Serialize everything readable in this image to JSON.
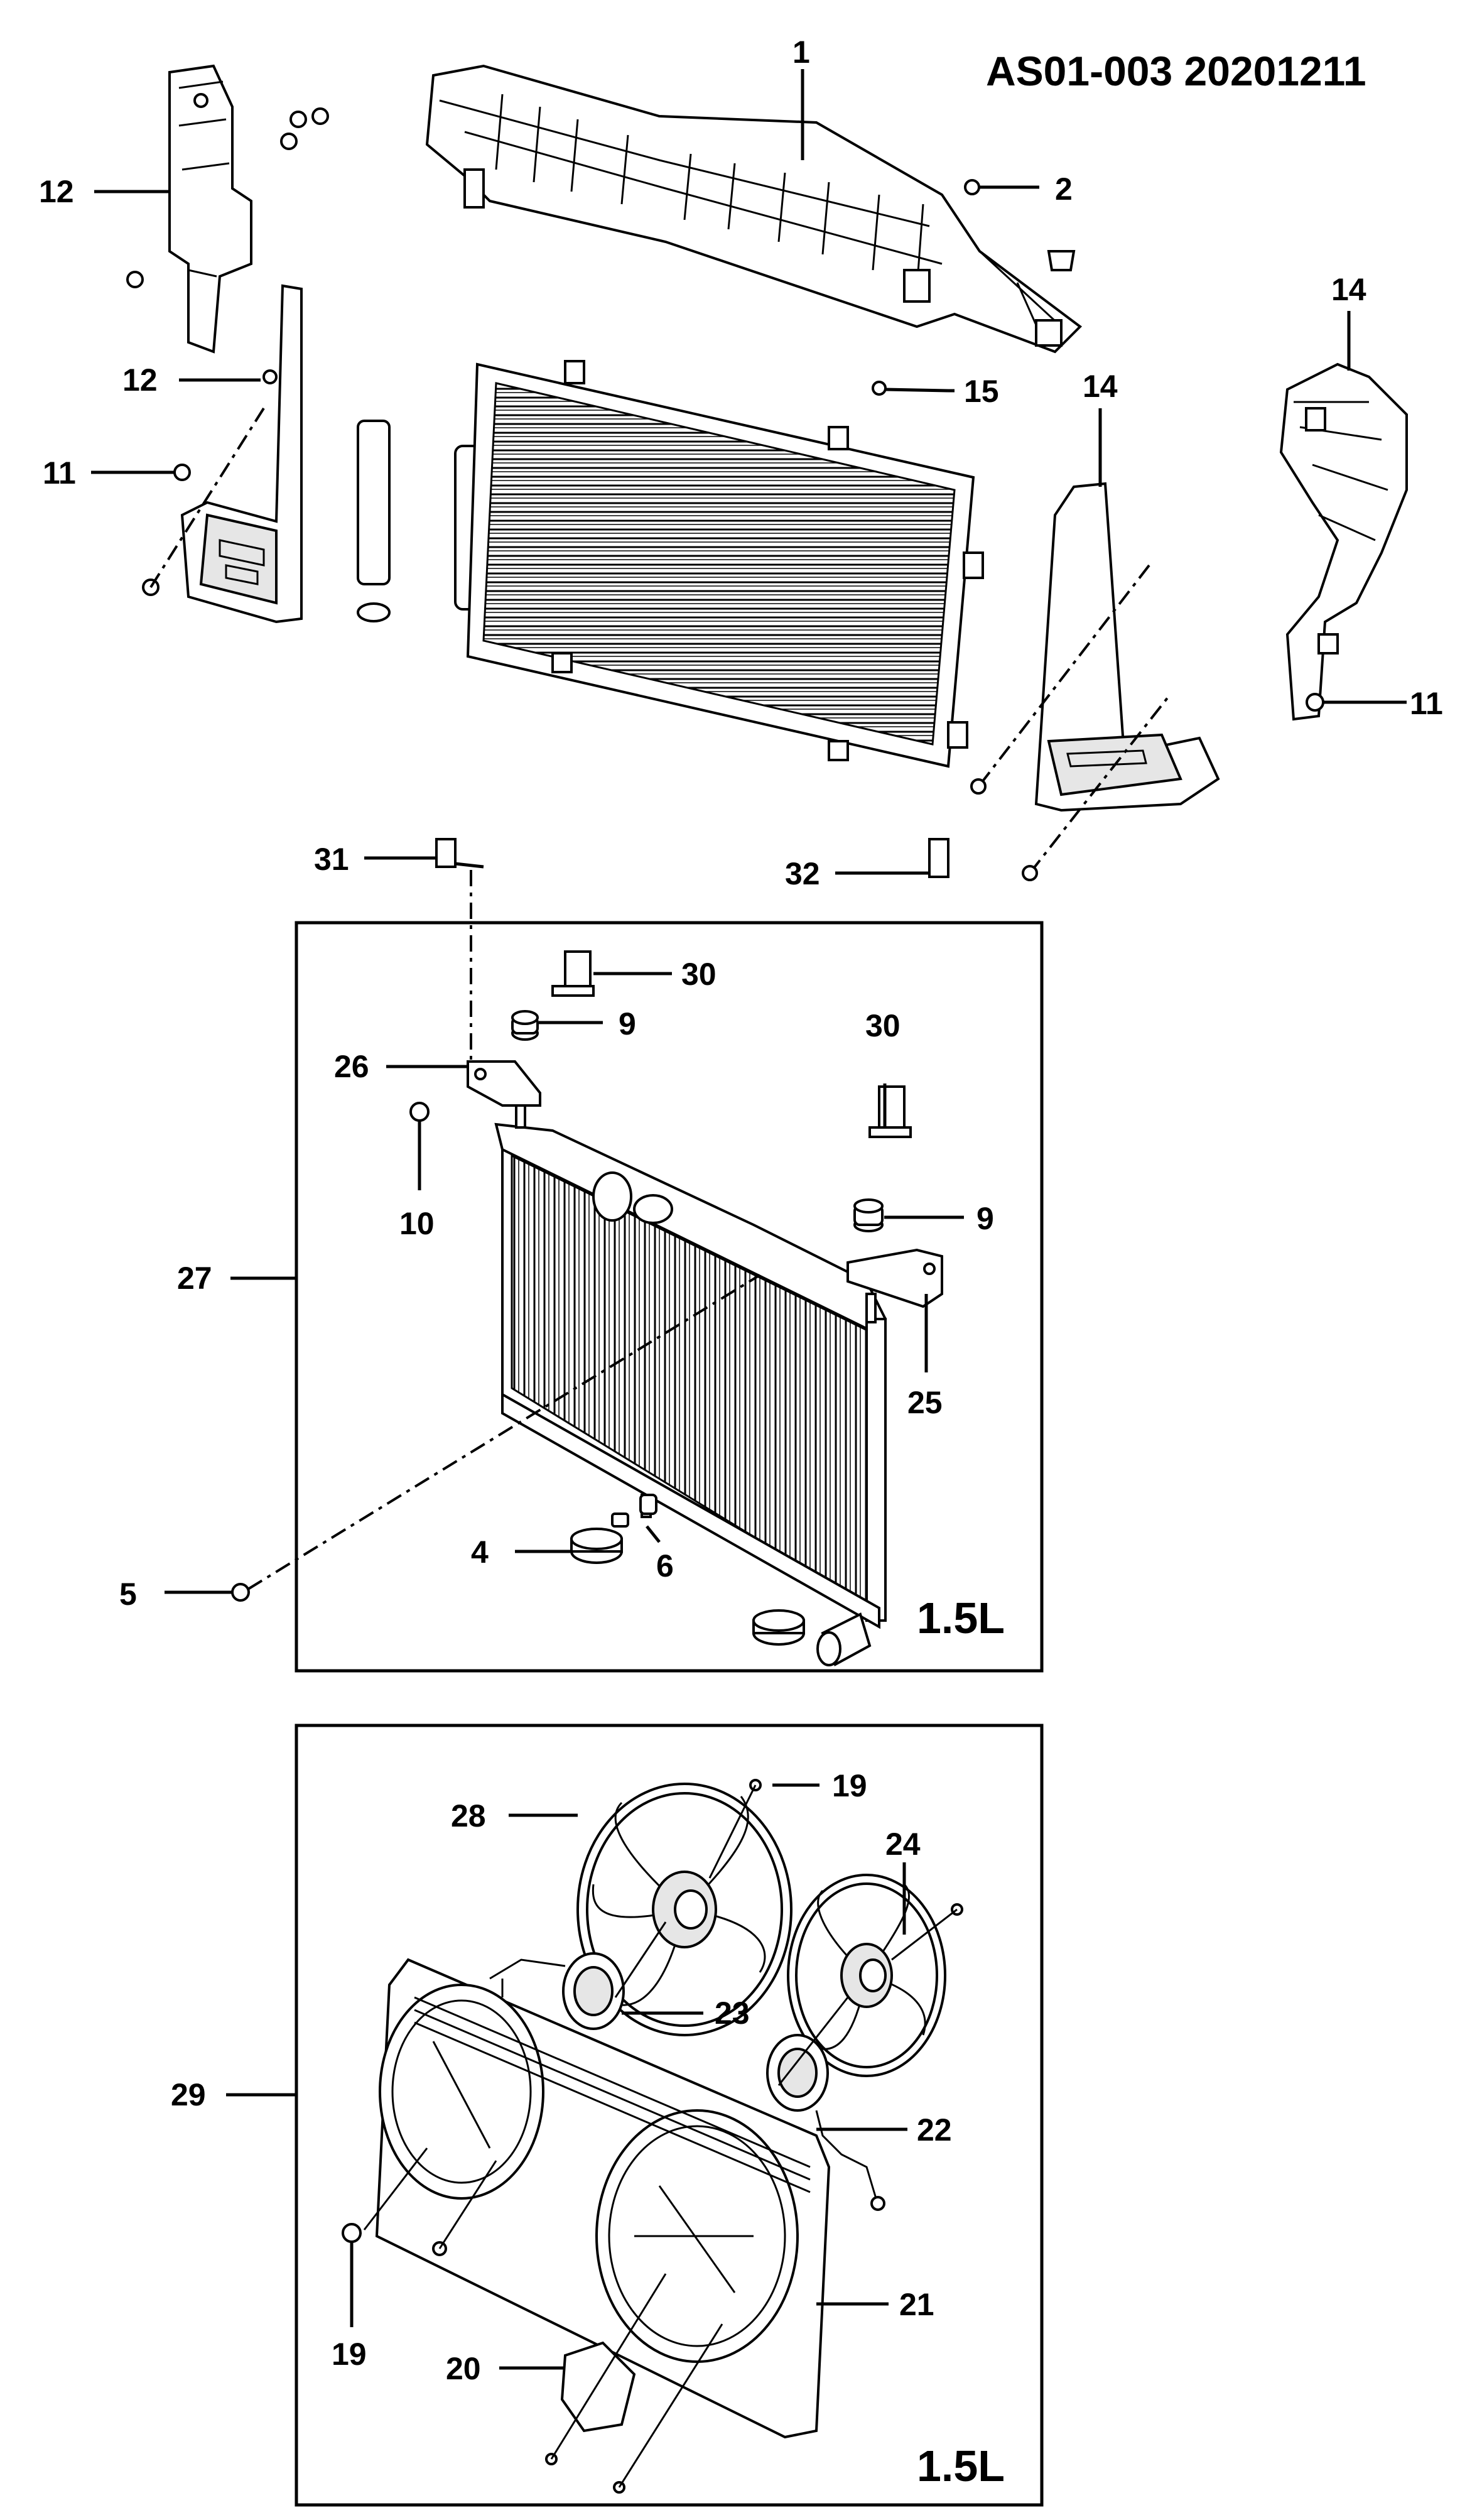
{
  "diagram": {
    "code": "AS01-003 20201211",
    "variant_labels": {
      "radiator_box": "1.5L",
      "fan_box": "1.5L"
    },
    "callouts": {
      "c1": "1",
      "c2": "2",
      "c4": "4",
      "c5": "5",
      "c6": "6",
      "c9a": "9",
      "c9b": "9",
      "c10": "10",
      "c11a": "11",
      "c11b": "11",
      "c12a": "12",
      "c12b": "12",
      "c14a": "14",
      "c14b": "14",
      "c15": "15",
      "c19a": "19",
      "c19b": "19",
      "c20": "20",
      "c21": "21",
      "c22": "22",
      "c23": "23",
      "c24": "24",
      "c25": "25",
      "c26": "26",
      "c27": "27",
      "c28": "28",
      "c29": "29",
      "c30a": "30",
      "c30b": "30",
      "c31": "31",
      "c32": "32"
    }
  }
}
